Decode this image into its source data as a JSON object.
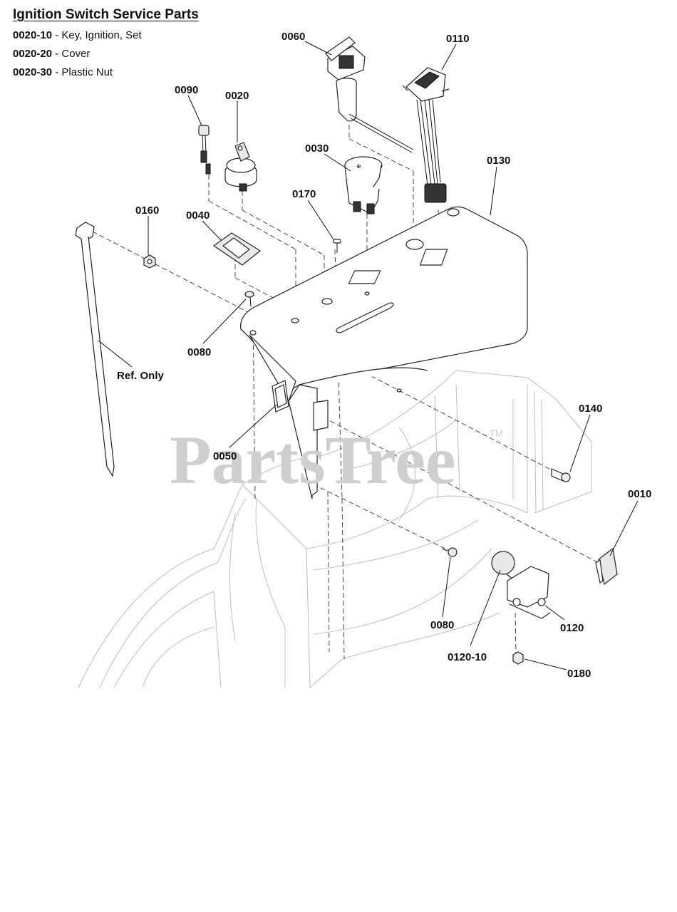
{
  "header": {
    "title": "Ignition Switch Service Parts",
    "service_parts": [
      {
        "code": "0020-10",
        "sep": " - ",
        "desc": "Key, Ignition, Set"
      },
      {
        "code": "0020-20",
        "sep": " - ",
        "desc": "Cover"
      },
      {
        "code": "0020-30",
        "sep": " - ",
        "desc": "Plastic Nut"
      }
    ]
  },
  "callouts": {
    "c0060": "0060",
    "c0110": "0110",
    "c0090": "0090",
    "c0020": "0020",
    "c0030": "0030",
    "c0130": "0130",
    "c0170": "0170",
    "c0160": "0160",
    "c0040": "0040",
    "c0080a": "0080",
    "ref_only": "Ref. Only",
    "c0140": "0140",
    "c0050": "0050",
    "c0010": "0010",
    "c0080b": "0080",
    "c0120": "0120",
    "c0120_10": "0120-10",
    "c0180": "0180"
  },
  "watermark": {
    "text": "PartsTree",
    "tm": "TM"
  }
}
